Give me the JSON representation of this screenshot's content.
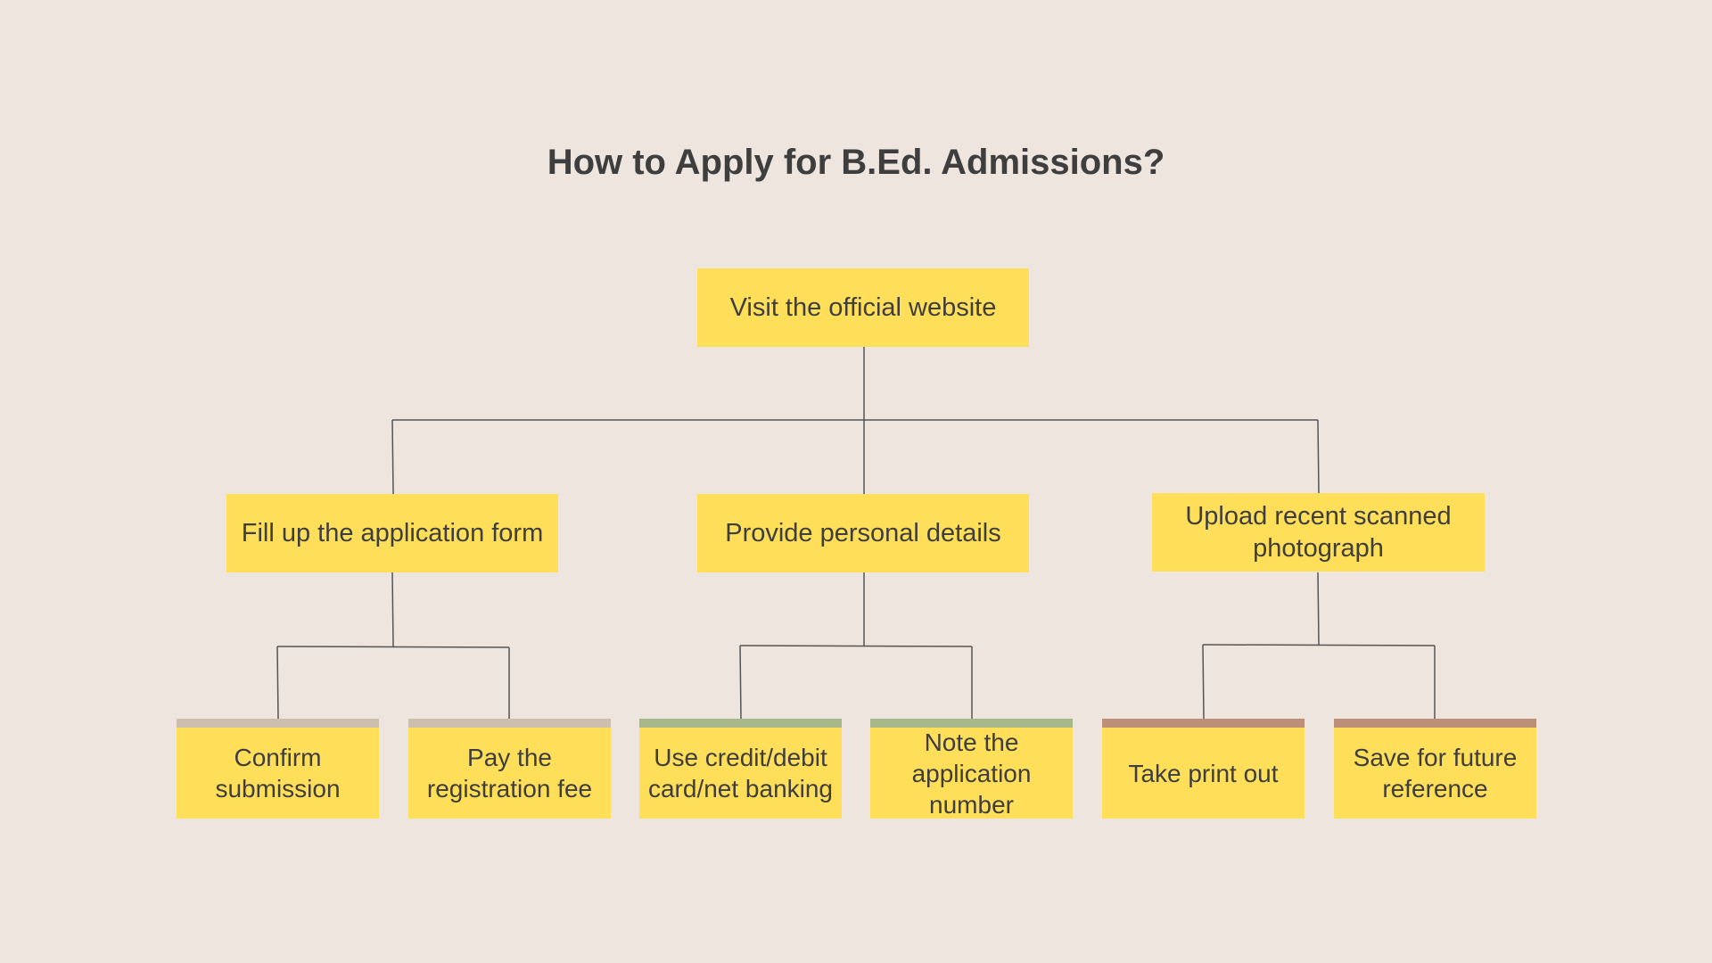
{
  "title": "How to Apply for B.Ed. Admissions?",
  "root": {
    "label": "Visit the official website"
  },
  "steps": [
    {
      "label": "Fill up the application form",
      "strip_color": "#CDBFB0",
      "children": [
        {
          "label": "Confirm submission"
        },
        {
          "label": "Pay the registration fee"
        }
      ]
    },
    {
      "label": "Provide personal details",
      "strip_color": "#A8B88A",
      "children": [
        {
          "label": "Use credit/debit card/net banking"
        },
        {
          "label": "Note the application number"
        }
      ]
    },
    {
      "label": "Upload recent scanned photograph",
      "strip_color": "#BC8F78",
      "children": [
        {
          "label": "Take print out"
        },
        {
          "label": "Save for future reference"
        }
      ]
    }
  ],
  "colors": {
    "background": "#EEE5DF",
    "box": "#FFDE59",
    "text": "#3E3E3E",
    "line": "#555555"
  }
}
